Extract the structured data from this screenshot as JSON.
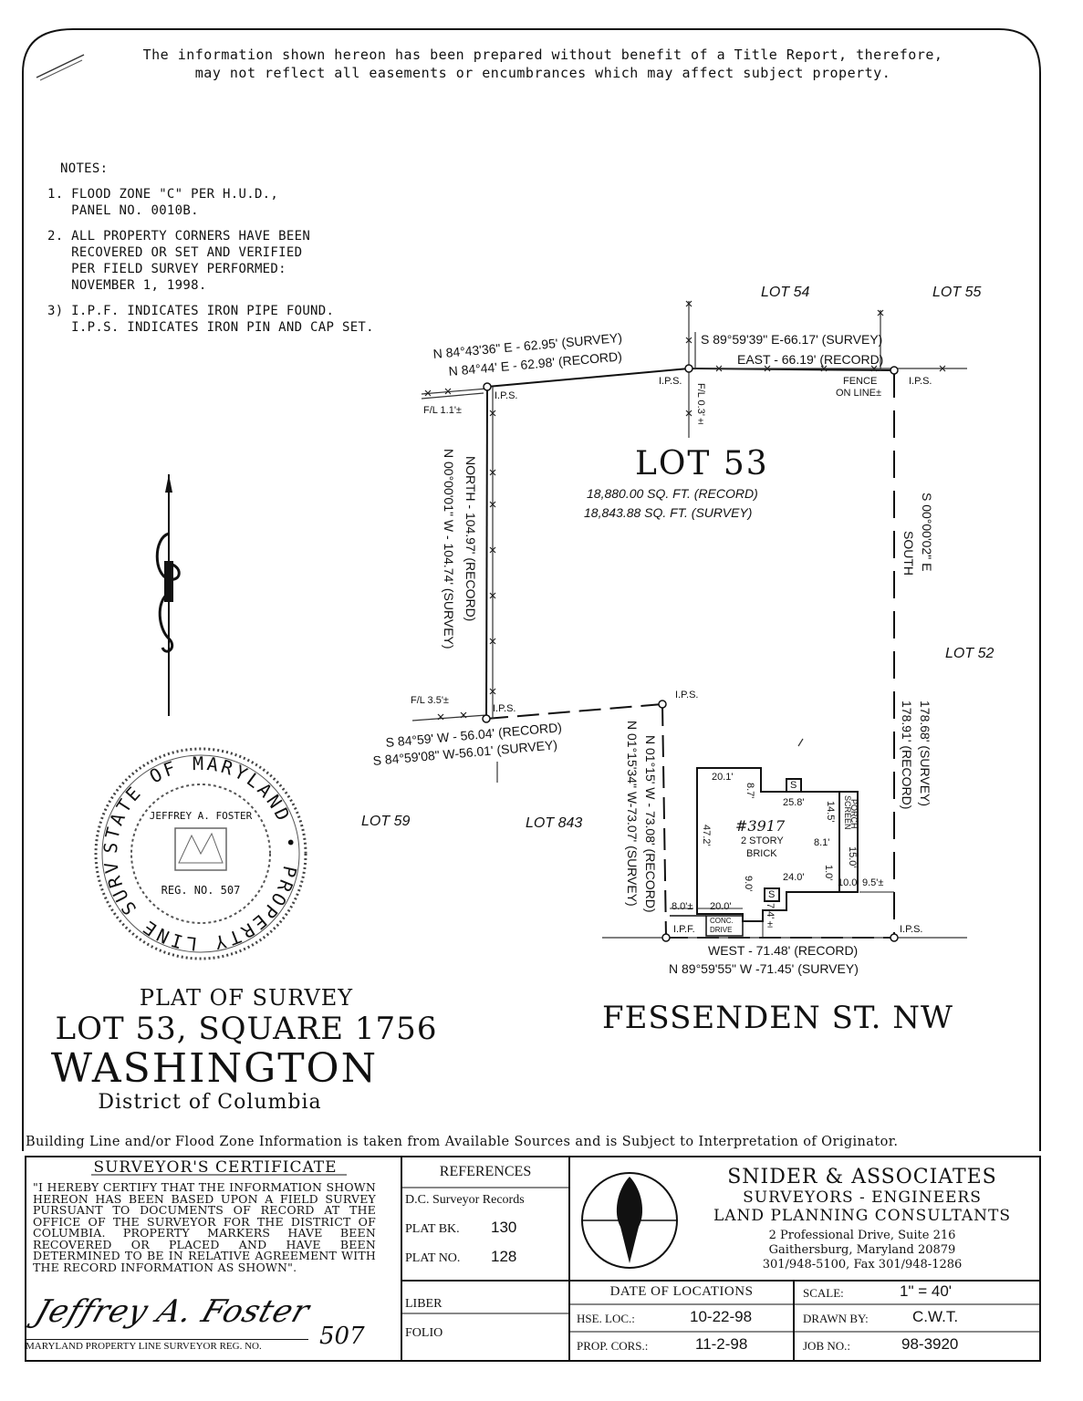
{
  "header_note": {
    "line1": "The information shown hereon has been prepared without benefit of a Title Report, therefore,",
    "line2": "may not reflect all easements or encumbrances which may affect subject property."
  },
  "notes": {
    "heading": "NOTES:",
    "n1a": "1. FLOOD ZONE \"C\" PER H.U.D.,",
    "n1b": "   PANEL NO. 0010B.",
    "n2a": "2. ALL PROPERTY CORNERS HAVE BEEN",
    "n2b": "   RECOVERED OR SET AND VERIFIED",
    "n2c": "   PER FIELD SURVEY PERFORMED:",
    "n2d": "   NOVEMBER 1, 1998.",
    "n3a": "3) I.P.F. INDICATES IRON PIPE FOUND.",
    "n3b": "   I.P.S. INDICATES IRON PIN AND CAP SET."
  },
  "plat": {
    "lot_title": "LOT 53",
    "area_record": "18,880.00 SQ. FT. (RECORD)",
    "area_survey": "18,843.88 SQ. FT. (SURVEY)",
    "lot54": "LOT 54",
    "lot55": "LOT 55",
    "lot52": "LOT 52",
    "lot59": "LOT 59",
    "lot843": "LOT 843",
    "top_left_survey": "N 84°43'36\" E - 62.95' (SURVEY)",
    "top_left_record": "N 84°44' E - 62.98' (RECORD)",
    "top_right_survey": "S 89°59'39\" E-66.17' (SURVEY)",
    "top_right_record": "EAST  -  66.19' (RECORD)",
    "ips": "I.P.S.",
    "ipf": "I.P.F.",
    "fl_top": "F/L 1.1'±",
    "fl_bottom": "F/L 3.5'±",
    "fl_right": "F/L 0.3'±",
    "fence": "FENCE",
    "fence2": "ON LINE±",
    "left_record": "NORTH - 104.97' (RECORD)",
    "left_survey": "N 00°00'01\" W - 104.74' (SURVEY)",
    "right_bearing": "S 00°00'02\" E",
    "right_south": "SOUTH",
    "right_survey": "178.68' (SURVEY)",
    "right_record": "178.91' (RECORD)",
    "mid_record": "S 84°59' W - 56.04' (RECORD)",
    "mid_survey": "S 84°59'08\" W-56.01' (SURVEY)",
    "inner_survey": "N 01°15' W - 73.08' (RECORD)",
    "inner_record": "N 01°15'34\" W-73.07' (SURVEY)",
    "bottom_record": "WEST  -  71.48' (RECORD)",
    "bottom_survey": "N 89°59'55\" W -71.45' (SURVEY)",
    "house_no": "#3917",
    "house_type1": "2 STORY",
    "house_type2": "BRICK",
    "screen1": "SCREEN",
    "screen2": "PORCH",
    "conc1": "CONC.",
    "conc2": "DRIVE",
    "s": "S",
    "dims": {
      "d201": "20.1'",
      "d87": "8.7'",
      "d258": "25.8'",
      "d145": "14.5'",
      "d472": "47.2'",
      "d81": "8.1'",
      "d150": "15.0'",
      "d240": "24.0'",
      "d100": "10.0",
      "d95": "9.5'±",
      "d90": "9.0'",
      "d80": "8.0'±",
      "d200": "20.0'",
      "d74": "7.4'±",
      "d10": "1.0'"
    },
    "street": "FESSENDEN ST. NW"
  },
  "seal": {
    "ring": "STATE OF MARYLAND • PROPERTY LINE SURVEYOR •",
    "name": "JEFFREY A. FOSTER",
    "reg": "REG. NO. 507"
  },
  "title": {
    "line1": "PLAT OF SURVEY",
    "line2": "LOT 53, SQUARE 1756",
    "line3": "WASHINGTON",
    "line4": "District of Columbia"
  },
  "disclaimer": "Building Line and/or Flood Zone Information is taken from Available Sources and is Subject to Interpretation of Originator.",
  "cert": {
    "heading": "SURVEYOR'S CERTIFICATE",
    "body": "\"I HEREBY CERTIFY THAT THE INFORMATION SHOWN HEREON HAS BEEN BASED UPON A FIELD SURVEY PURSUANT TO DOCUMENTS OF RECORD AT THE OFFICE OF THE SURVEYOR FOR THE DISTRICT OF COLUMBIA. PROPERTY MARKERS HAVE BEEN RECOVERED OR PLACED AND HAVE BEEN DETERMINED TO BE IN RELATIVE AGREEMENT WITH THE RECORD INFORMATION AS SHOWN\".",
    "signature": "Jeffrey A. Foster",
    "reg_label": "MARYLAND PROPERTY LINE SURVEYOR REG. NO.",
    "reg_no": "507"
  },
  "references": {
    "heading": "REFERENCES",
    "source": "D.C. Surveyor Records",
    "plat_bk_label": "PLAT BK.",
    "plat_bk": "130",
    "plat_no_label": "PLAT NO.",
    "plat_no": "128",
    "liber": "LIBER",
    "folio": "FOLIO"
  },
  "firm": {
    "name": "SNIDER & ASSOCIATES",
    "line1": "SURVEYORS - ENGINEERS",
    "line2": "LAND PLANNING CONSULTANTS",
    "addr1": "2 Professional Drive, Suite 216",
    "addr2": "Gaithersburg, Maryland 20879",
    "addr3": "301/948-5100,  Fax 301/948-1286"
  },
  "dates": {
    "heading": "DATE OF LOCATIONS",
    "hse_label": "HSE. LOC.:",
    "hse": "10-22-98",
    "prop_label": "PROP. CORS.:",
    "prop": "11-2-98"
  },
  "info": {
    "scale_label": "SCALE:",
    "scale": "1\" = 40'",
    "drawn_label": "DRAWN BY:",
    "drawn": "C.W.T.",
    "job_label": "JOB NO.:",
    "job": "98-3920"
  }
}
